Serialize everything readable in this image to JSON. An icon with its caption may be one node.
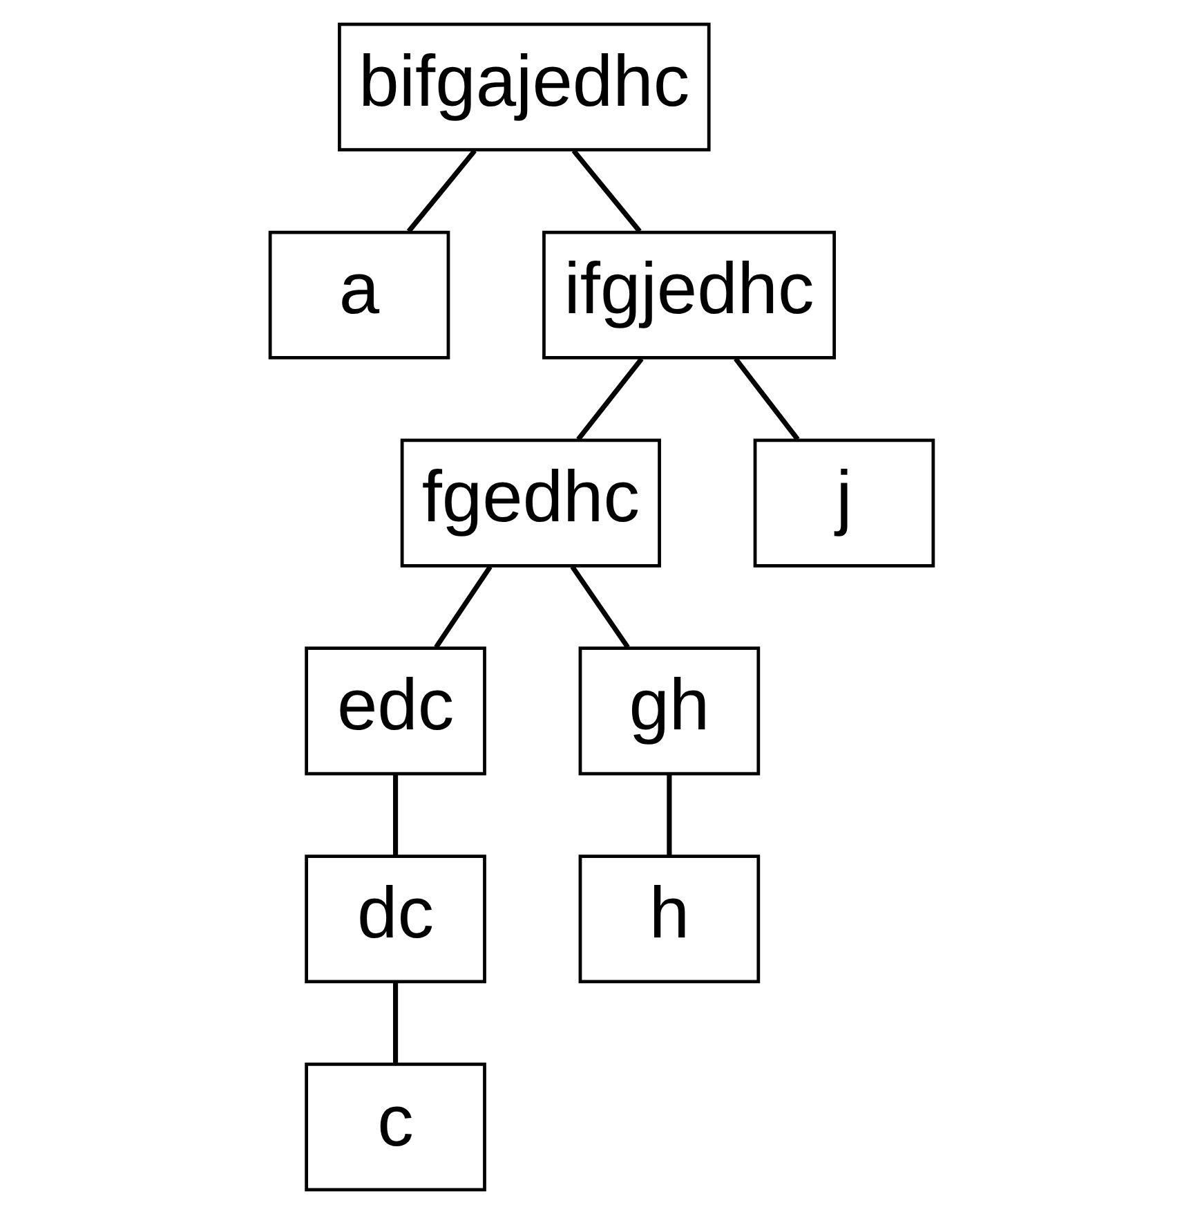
{
  "diagram": {
    "nodes": [
      {
        "text": [
          "bifgajedhc"
        ]
      },
      {
        "text": [
          "a"
        ]
      },
      {
        "text": [
          "ifgjedhc"
        ]
      },
      {
        "text": [
          "fgedhc"
        ]
      },
      {
        "text": [
          "j"
        ]
      },
      {
        "text": [
          "edc"
        ]
      },
      {
        "text": [
          "gh"
        ]
      },
      {
        "text": [
          "dc"
        ]
      },
      {
        "text": [
          "h"
        ]
      },
      {
        "text": [
          "c"
        ]
      }
    ],
    "edges": [
      {
        "from": 0,
        "to": 1,
        "arrow": "none"
      },
      {
        "from": 0,
        "to": 2,
        "arrow": "none"
      },
      {
        "from": 2,
        "to": 3,
        "arrow": "none"
      },
      {
        "from": 2,
        "to": 4,
        "arrow": "none"
      },
      {
        "from": 3,
        "to": 5,
        "arrow": "none"
      },
      {
        "from": 3,
        "to": 6,
        "arrow": "none"
      },
      {
        "from": 5,
        "to": 7,
        "arrow": "none"
      },
      {
        "from": 6,
        "to": 8,
        "arrow": "none"
      },
      {
        "from": 7,
        "to": 9,
        "arrow": "none"
      }
    ]
  }
}
